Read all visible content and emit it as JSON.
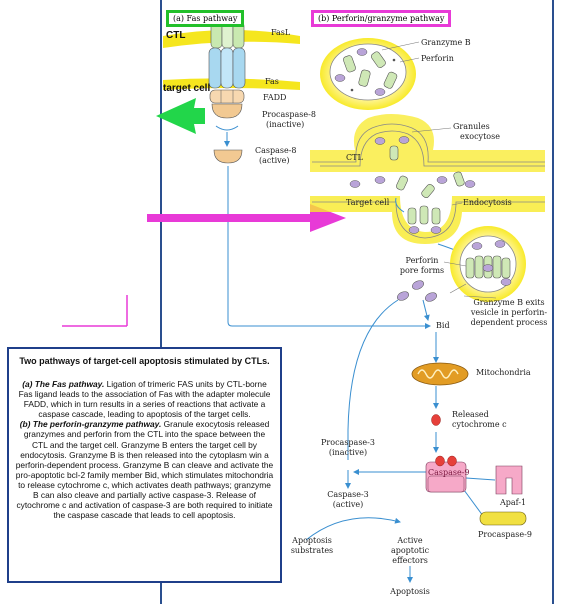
{
  "panels": {
    "a_label": "(a)  Fas pathway",
    "b_label": "(b)  Perforin/granzyme pathway"
  },
  "fas": {
    "ctl": "CTL",
    "target_cell": "target cell",
    "fasl": "FasL",
    "fas": "Fas",
    "fadd": "FADD",
    "procaspase8": "Procaspase-8",
    "procaspase8_state": "(inactive)",
    "caspase8": "Caspase-8",
    "caspase8_state": "(active)"
  },
  "perforin": {
    "granzyme_b": "Granzyme B",
    "perforin": "Perforin",
    "granules": "Granules",
    "exocytose": "exocytose",
    "ctl": "CTL",
    "target_cell": "Target cell",
    "endocytosis": "Endocytosis",
    "pore_forms_1": "Perforin",
    "pore_forms_2": "pore forms",
    "exit_1": "Granzyme B exits",
    "exit_2": "vesicle in perforin-",
    "exit_3": "dependent process"
  },
  "cascade": {
    "bid": "Bid",
    "mitochondria": "Mitochondria",
    "released_1": "Released",
    "released_2": "cytochrome c",
    "procaspase3": "Procaspase-3",
    "procaspase3_state": "(inactive)",
    "caspase9": "Caspase-9",
    "apaf1": "Apaf-1",
    "procaspase9": "Procaspase-9",
    "caspase3": "Caspase-3",
    "caspase3_state": "(active)",
    "substrates_1": "Apoptosis",
    "substrates_2": "substrates",
    "effectors_1": "Active",
    "effectors_2": "apoptotic",
    "effectors_3": "effectors",
    "apoptosis": "Apoptosis"
  },
  "caption": {
    "title": "Two pathways of target-cell apoptosis stimulated by CTLs.",
    "a_head": "(a) The Fas pathway.",
    "a_text": " Ligation of trimeric FAS units by CTL-borne Fas ligand leads to the association of Fas with the adapter molecule FADD, which in turn results in a series of reactions that activate a caspase cascade, leading to apoptosis of the target cells.",
    "b_head": "(b) The perforin-granzyme pathway.",
    "b_text": " Granule exocytosis released granzymes and perforin from the CTL into the space between the CTL and the target cell. Granzyme B enters the target cell by endocytosis. Granzyme B is then released into the cytoplasm win a perforin-dependent process. Granzyme B can cleave and activate the pro-apoptotic bcl-2 family member Bid, which stimulates mitochondria to release cytochrome c, which activates death pathways; granzyme B can also cleave and partially active caspase-3. Release of cytochrome c and activation of caspase-3 are both required to initiate the caspase cascade that leads to cell apoptosis."
  },
  "colors": {
    "membrane": "#f5e61e",
    "highlight": "#fff59a",
    "fas_blue": "#a8d8f0",
    "fas_green": "#c9e9b0",
    "purple": "#b9a4d8",
    "granzyme_green": "#cfe8b6",
    "caspase9": "#f6a9c8",
    "arrow": "#3a8fd0",
    "frame": "#2a4f8f",
    "green_arrow": "#22d64a",
    "magenta_arrow": "#e83ad7"
  }
}
